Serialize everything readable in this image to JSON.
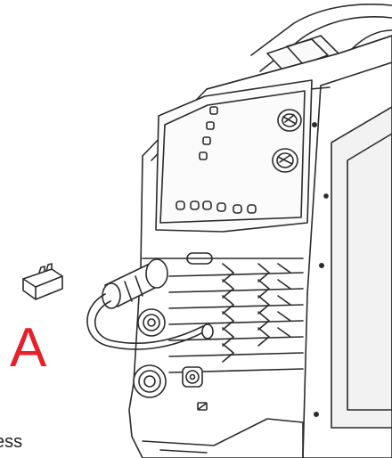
{
  "figure": {
    "callout_label": "A",
    "callout_color": "#e8202a",
    "caption_fragment": "ess",
    "line_color": "#2b2b2b",
    "fill_color": "#ffffff",
    "panel_color": "#f2f2f2"
  },
  "parts": {
    "knobs": [
      "upper-knob",
      "lower-knob"
    ],
    "side_indicators": 4,
    "bottom_indicators": 6,
    "icons": [
      "connector-plug-icon",
      "power-socket-icon",
      "control-socket-icon",
      "ground-symbol-icon"
    ]
  }
}
